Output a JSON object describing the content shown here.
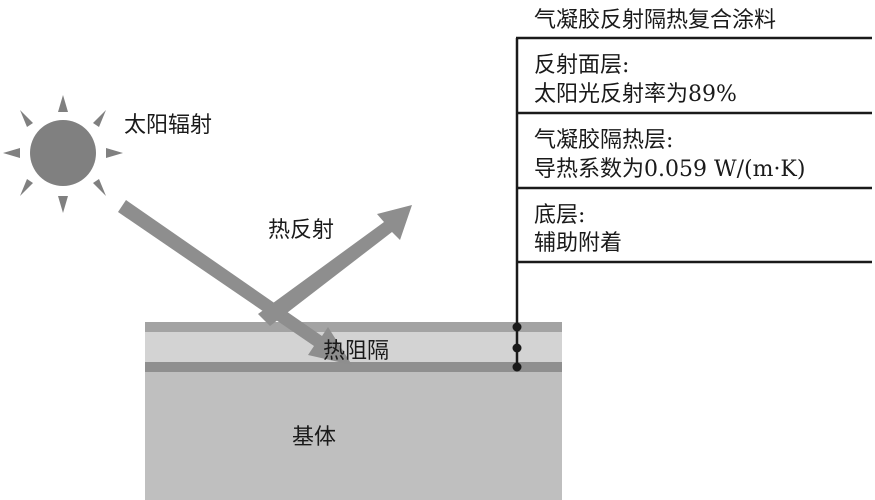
{
  "labels": {
    "solar_radiation": "太阳辐射",
    "heat_reflection": "热反射",
    "heat_barrier": "热阻隔",
    "substrate": "基体"
  },
  "coating": {
    "title": "气凝胶反射隔热复合涂料",
    "layers": [
      {
        "name": "反射面层:",
        "desc": "太阳光反射率为89%"
      },
      {
        "name": "气凝胶隔热层:",
        "desc": "导热系数为0.059 W/(m·K)"
      },
      {
        "name": "底层:",
        "desc": "辅助附着"
      }
    ]
  },
  "colors": {
    "sun": "#808080",
    "arrow": "#8e8e8e",
    "top_layer": "#a3a3a3",
    "middle_layer": "#d3d3d3",
    "bottom_layer": "#8f8f8f",
    "substrate": "#bfbfbf"
  }
}
